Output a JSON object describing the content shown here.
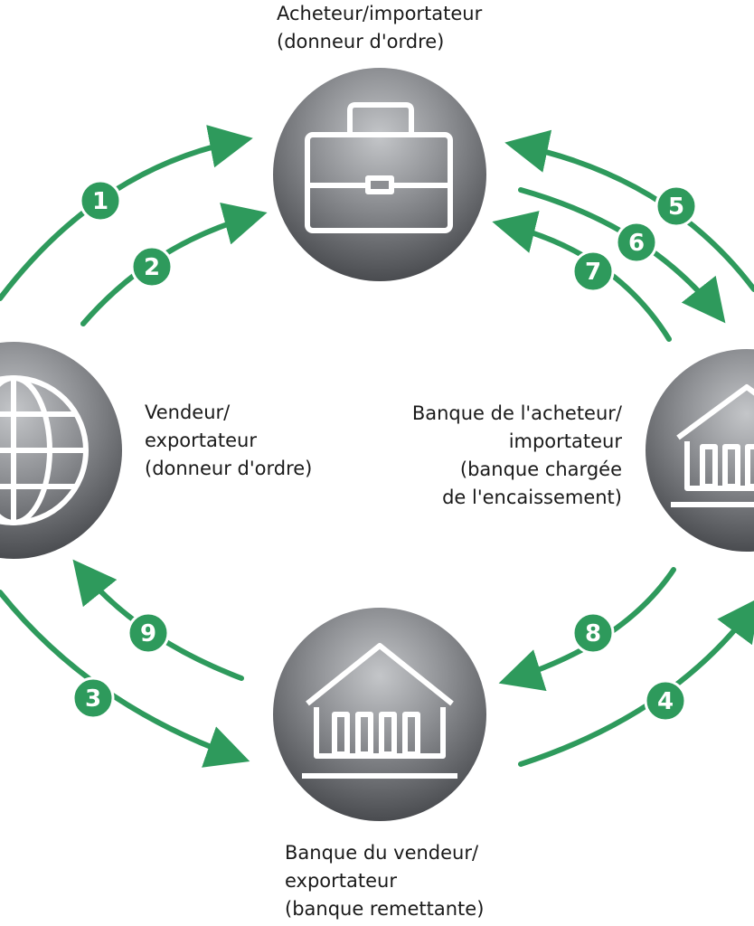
{
  "nodes": {
    "buyer": {
      "lines": [
        "Acheteur/importateur",
        "(donneur d'ordre)"
      ],
      "icon": "briefcase-icon"
    },
    "seller": {
      "lines": [
        "Vendeur/",
        "exportateur",
        "(donneur d'ordre)"
      ],
      "icon": "globe-icon"
    },
    "buyer_bank": {
      "lines": [
        "Banque de l'acheteur/",
        "importateur",
        "(banque chargée",
        "de l'encaissement)"
      ],
      "icon": "bank-icon"
    },
    "seller_bank": {
      "lines": [
        "Banque du vendeur/",
        "exportateur",
        "(banque remettante)"
      ],
      "icon": "bank-icon"
    }
  },
  "steps": [
    "1",
    "2",
    "3",
    "4",
    "5",
    "6",
    "7",
    "8",
    "9"
  ],
  "colors": {
    "arrow": "#2e9a5c",
    "node_dark": "#4b4d52",
    "node_light": "#c9cbce",
    "icon": "#ffffff",
    "text": "#1a1a1a"
  }
}
